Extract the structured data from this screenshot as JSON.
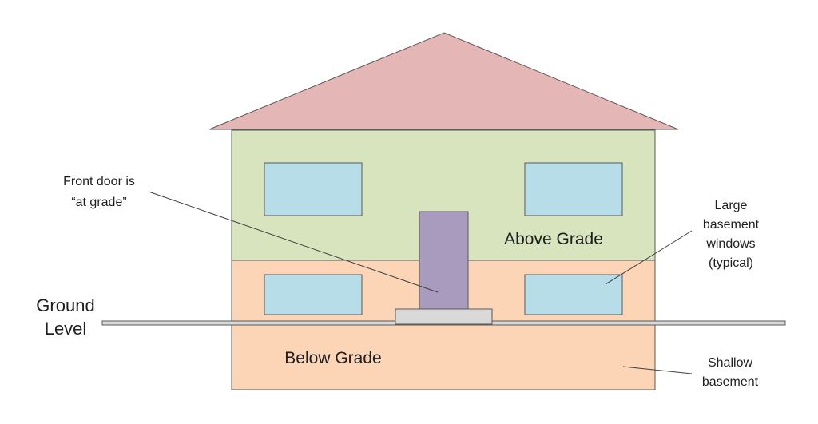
{
  "colors": {
    "roof": "#e5b6b6",
    "upper_wall": "#d7e4bd",
    "lower_wall": "#fbd5b5",
    "window": "#b7dde8",
    "door": "#a99bbd",
    "step": "#d9d9d9",
    "outline": "#595959",
    "leader": "#404040"
  },
  "labels": {
    "front_door_line1": "Front door is",
    "front_door_line2": "“at grade”",
    "ground_line1": "Ground",
    "ground_line2": "Level",
    "above_grade": "Above Grade",
    "below_grade": "Below Grade",
    "windows_line1": "Large",
    "windows_line2": "basement",
    "windows_line3": "windows",
    "windows_line4": "(typical)",
    "basement_line1": "Shallow",
    "basement_line2": "basement"
  }
}
